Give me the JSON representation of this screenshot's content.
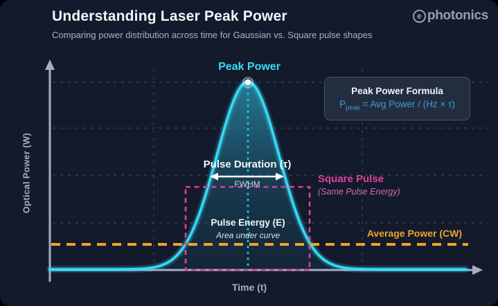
{
  "colors": {
    "bg": "#131a2b",
    "cyan": "#37dcf6",
    "pink": "#e2409a",
    "orange": "#eda526",
    "blue": "#409bd9",
    "axis": "#a7b0c2",
    "grid": "#3c455c",
    "text": "#f3f6fa",
    "muted": "#a9b4c4",
    "logo": "#97a0af"
  },
  "header": {
    "title": "Understanding Laser Peak Power",
    "subtitle": "Comparing power distribution across time for Gaussian vs. Square pulse shapes",
    "logo_e": "e",
    "logo_text": "photonics"
  },
  "labels": {
    "y_axis": "Optical Power (W)",
    "x_axis": "Time (t)",
    "peak_power": "Peak Power",
    "pulse_duration": "Pulse Duration (τ)",
    "fwhm": "FWHM",
    "square_pulse": "Square Pulse",
    "square_pulse_sub": "(Same Pulse Energy)",
    "pulse_energy": "Pulse Energy (E)",
    "pulse_energy_sub": "Area under curve",
    "average_power": "Average Power (CW)"
  },
  "formula_box": {
    "title": "Peak Power Formula",
    "p_symbol": "P",
    "p_subscript": "peak",
    "expression": " = Avg Power / (Hz × τ)"
  },
  "chart_data": {
    "type": "area",
    "description": "Conceptual (unit-less) plot of optical power vs time: a Gaussian laser pulse with marked peak power, FWHM pulse duration τ, an equal-energy square pulse outline, and the CW average power level.",
    "series": [
      {
        "name": "Gaussian pulse",
        "style": "solid cyan curve with filled area (pulse energy E = area under curve)"
      },
      {
        "name": "Square pulse (same pulse energy)",
        "style": "dashed pink rectangle"
      },
      {
        "name": "Average power (CW)",
        "style": "dashed orange horizontal line"
      }
    ],
    "gaussian": {
      "center_x": 358,
      "sigma": 45,
      "peak_y": 118,
      "baseline_y": 389,
      "x_start": 72,
      "x_end": 672
    },
    "square_pulse_rect": {
      "x": 268,
      "y": 270,
      "width": 179,
      "height": 120
    },
    "average_power_line": {
      "y": 353,
      "x1": 74,
      "x2": 676
    },
    "fwhm_arrow": {
      "x1": 303,
      "x2": 410,
      "y": 255
    },
    "gridlines_y": [
      119,
      185,
      253,
      322
    ],
    "gridlines_x": [
      222,
      523
    ]
  }
}
